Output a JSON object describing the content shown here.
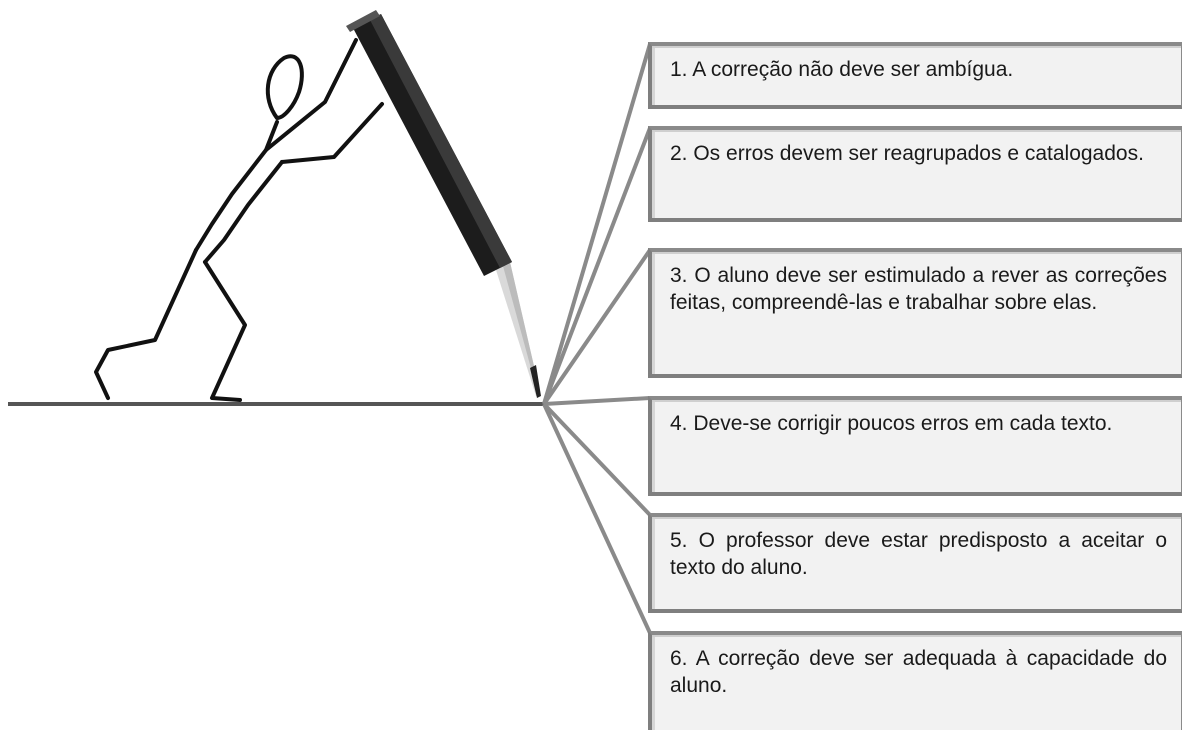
{
  "items": [
    {
      "text": "1. A correção não deve ser ambígua."
    },
    {
      "text": "2. Os erros devem ser reagrupados e catalogados."
    },
    {
      "text": "3. O aluno deve ser estimulado a rever as correções feitas, compreendê-las e trabalhar sobre elas."
    },
    {
      "text": "4. Deve-se corrigir poucos erros em cada texto."
    },
    {
      "text": "5. O professor deve estar predisposto a aceitar o texto do aluno."
    },
    {
      "text": "6. A correção deve ser adequada à capacidade do aluno."
    }
  ]
}
